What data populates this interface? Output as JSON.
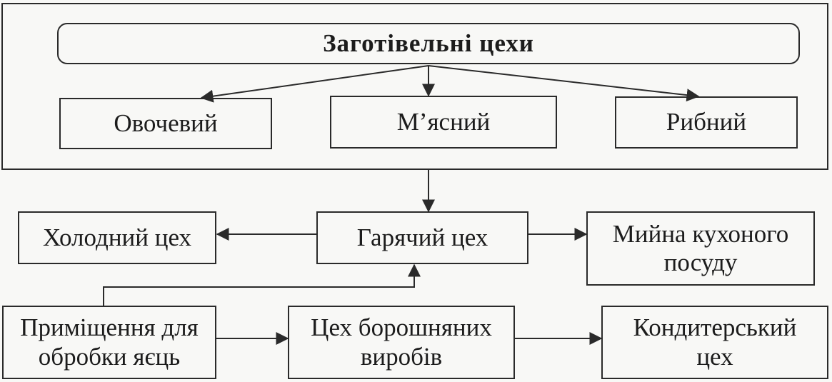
{
  "title": "Заготівельні цехи",
  "nodes": {
    "vegetable": "Овочевий",
    "meat": "М’ясний",
    "fish": "Рибний",
    "cold": "Холодний цех",
    "hot": "Гарячий цех",
    "dishwashing": [
      "Мийна кухоного",
      "посуду"
    ],
    "eggs": [
      "Приміщення для",
      "обробки яєць"
    ],
    "flour": [
      "Цех борошняних",
      "виробів"
    ],
    "confectionery": [
      "Кондитерський",
      "цех"
    ]
  },
  "colors": {
    "line": "#2a2a2a",
    "background": "#f8f8f6"
  }
}
